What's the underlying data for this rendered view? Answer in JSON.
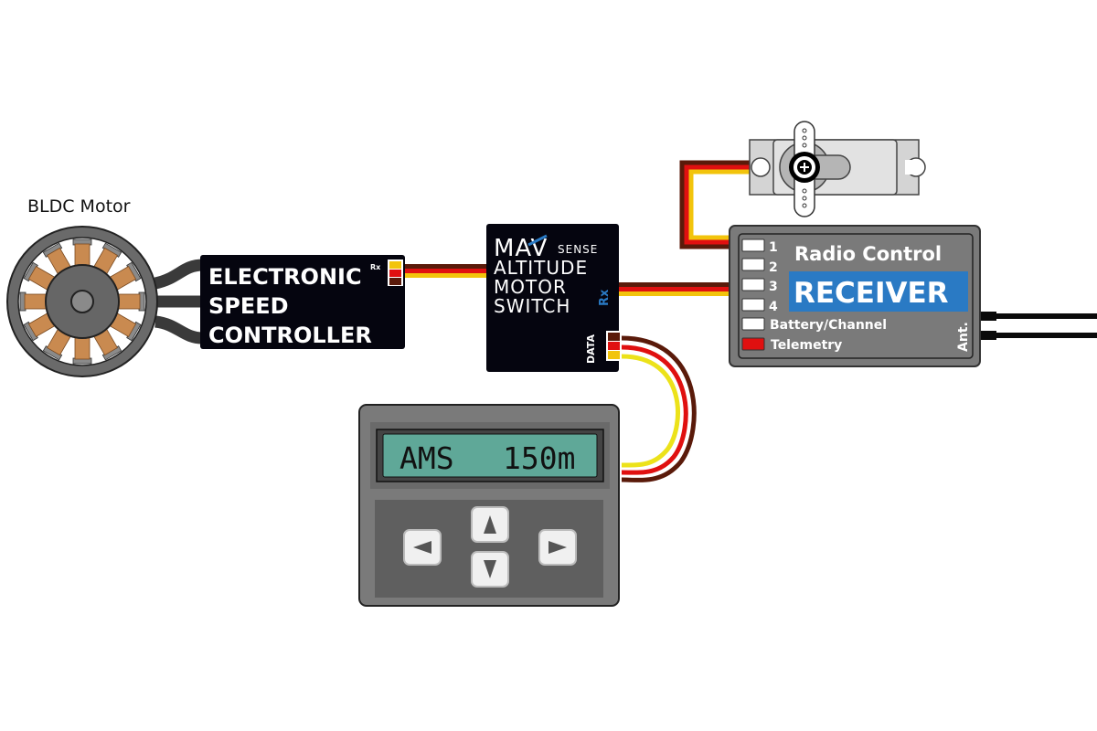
{
  "motor": {
    "label": "BLDC Motor"
  },
  "esc": {
    "line1": "ELECTRONIC",
    "line2": "SPEED",
    "line3": "CONTROLLER",
    "port_label": "Rx"
  },
  "ams": {
    "brand": "MAV",
    "brand_suffix": "SENSE",
    "line1": "ALTITUDE",
    "line2": "MOTOR",
    "line3": "SWITCH",
    "rx_label": "Rx",
    "data_label": "DATA"
  },
  "receiver": {
    "title": "Radio Control",
    "subtitle": "RECEIVER",
    "channels": [
      "1",
      "2",
      "3",
      "4",
      "Battery/Channel",
      "Telemetry"
    ],
    "antenna_label": "Ant."
  },
  "display": {
    "lcd_left": "AMS",
    "lcd_right": "150m",
    "buttons": [
      "left",
      "up",
      "down",
      "right"
    ]
  },
  "colors": {
    "wire_brown": "#5a1a0a",
    "wire_red": "#e01010",
    "wire_yellow": "#f2c40c",
    "wire_yellow_bright": "#ece21a",
    "module_black": "#05050f",
    "receiver_gray": "#7a7a7a",
    "receiver_blue": "#2a7ac4",
    "lcd_green": "#5fa898",
    "coil_copper": "#c98a50",
    "telemetry_red": "#e01010"
  }
}
